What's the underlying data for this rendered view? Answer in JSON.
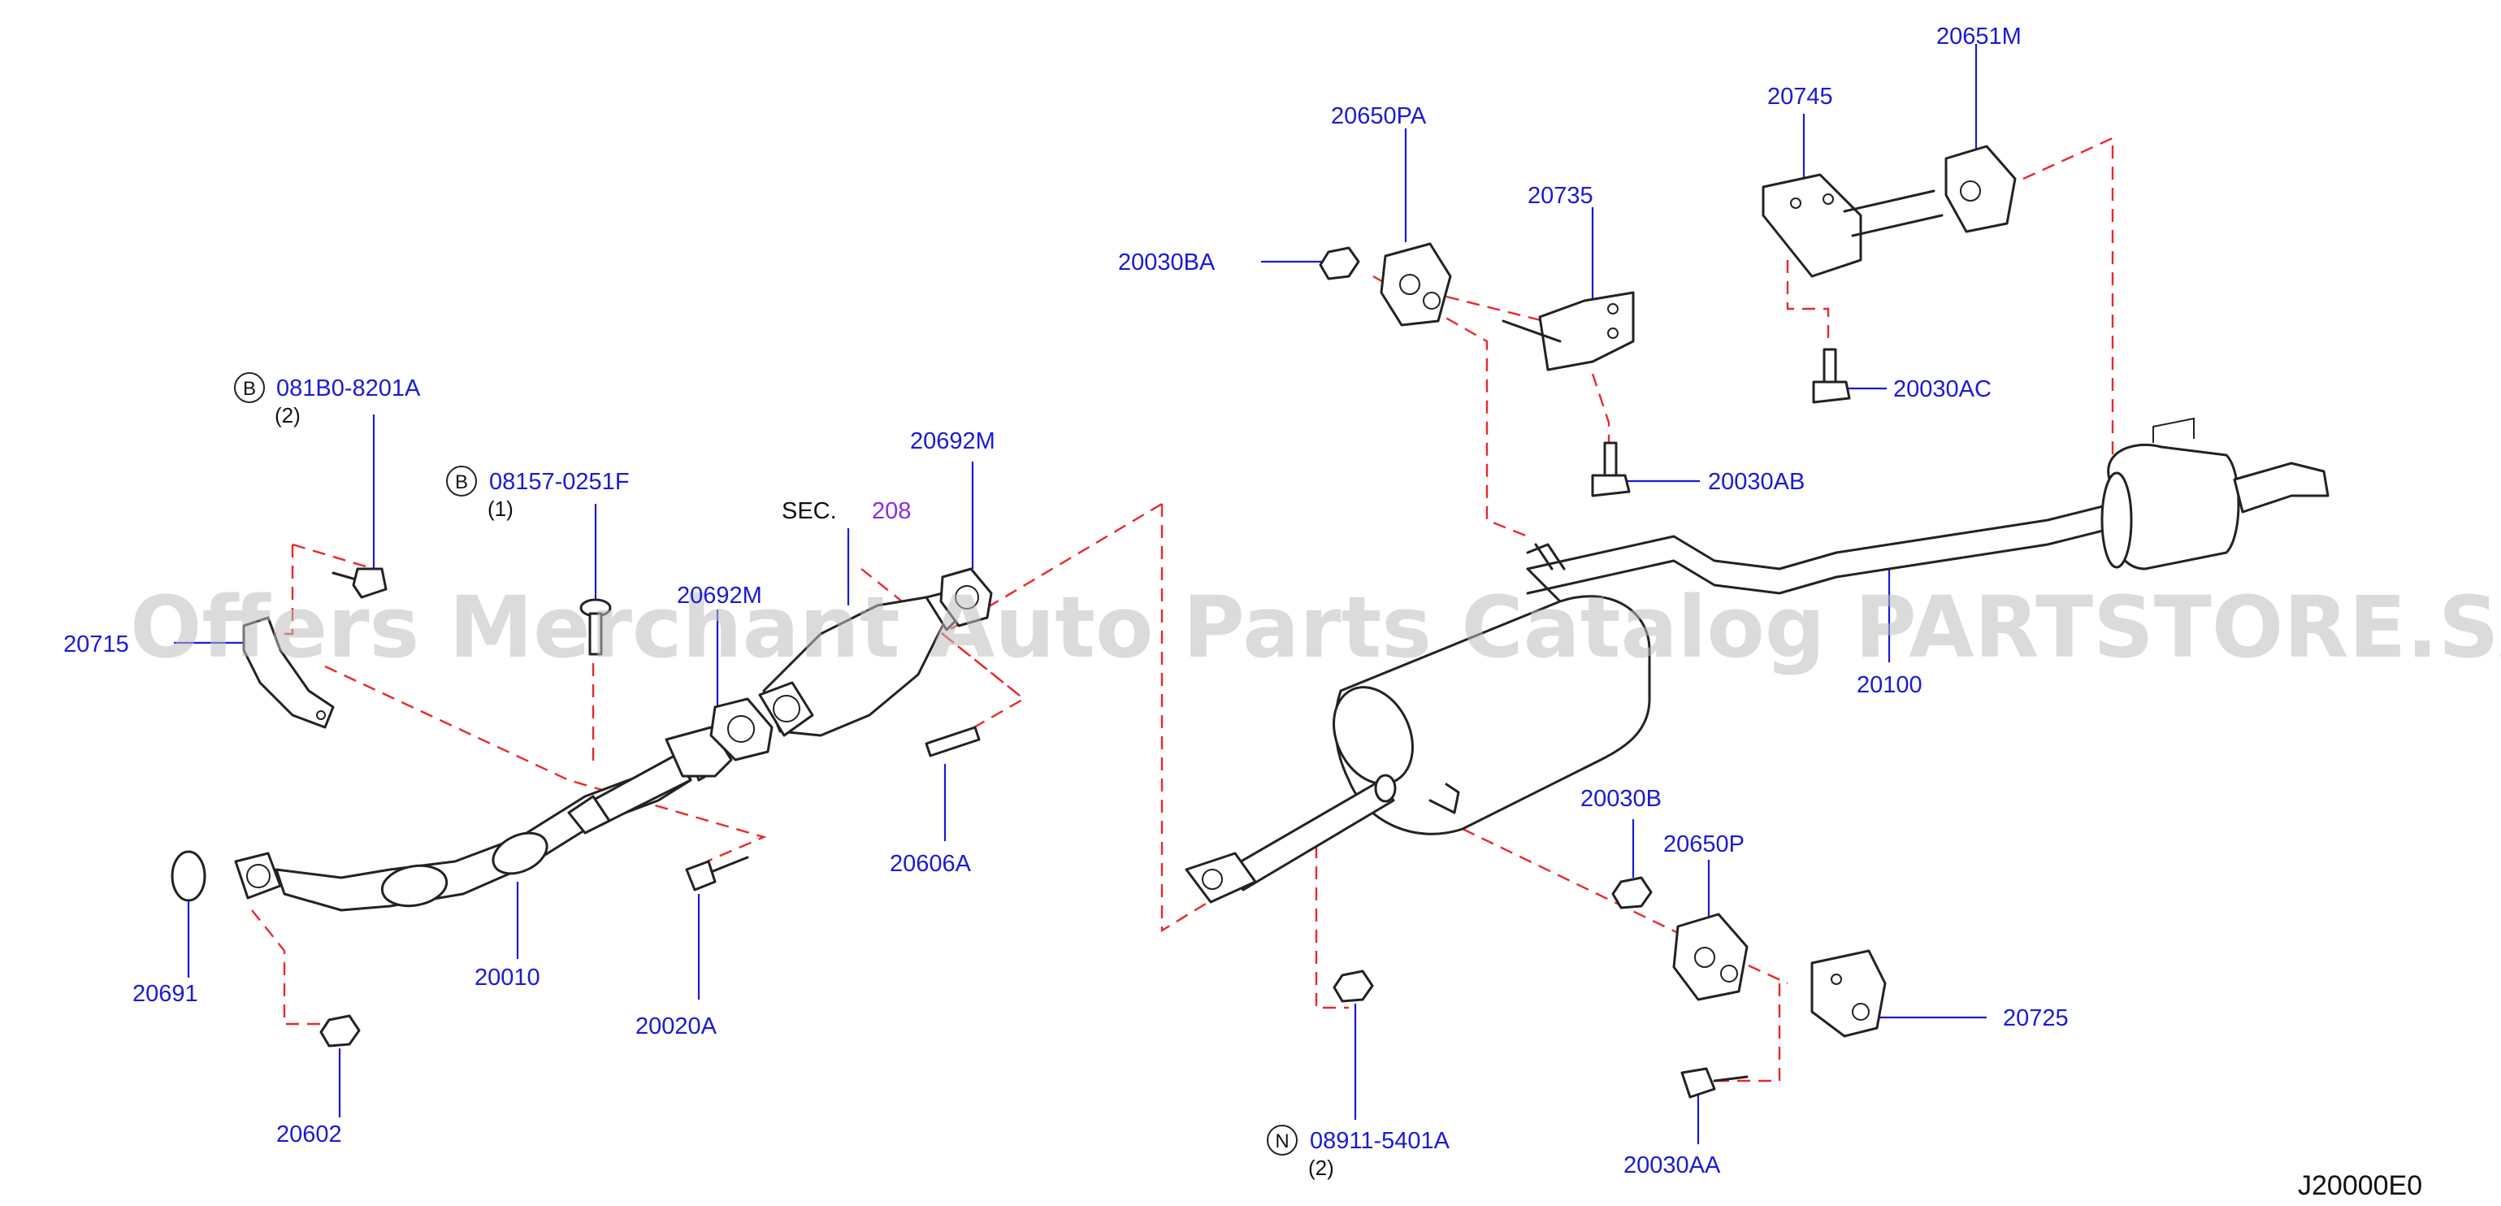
{
  "diagram": {
    "watermark": "Offers Merchant Auto Parts Catalog PARTSTORE.SA",
    "diagram_code": "J20000E0",
    "section_ref": {
      "prefix": "SEC.",
      "number": "208"
    },
    "labels": {
      "p_20651M": "20651M",
      "p_20745": "20745",
      "p_20650PA": "20650PA",
      "p_20735": "20735",
      "p_20030BA": "20030BA",
      "p_20030AC": "20030AC",
      "p_20030AB": "20030AB",
      "p_081B0": "081B0-8201A",
      "p_08157": "08157-0251F",
      "p_20692M_a": "20692M",
      "p_20692M_b": "20692M",
      "p_20715": "20715",
      "p_20606A": "20606A",
      "p_20100": "20100",
      "p_20030B": "20030B",
      "p_20650P": "20650P",
      "p_20725": "20725",
      "p_20691": "20691",
      "p_20010": "20010",
      "p_20020A": "20020A",
      "p_20602": "20602",
      "p_08911": "08911-5401A",
      "p_20030AA": "20030AA"
    },
    "badges": {
      "b1": "B",
      "b2": "B",
      "n1": "N"
    },
    "quantities": {
      "q_081B0": "(2)",
      "q_08157": "(1)",
      "q_08911": "(2)"
    },
    "colors": {
      "label": "#1a1ad6",
      "section_number": "#8a2be2",
      "dashed_guides": "#e8292e",
      "watermark": "#bdbdbd"
    }
  }
}
